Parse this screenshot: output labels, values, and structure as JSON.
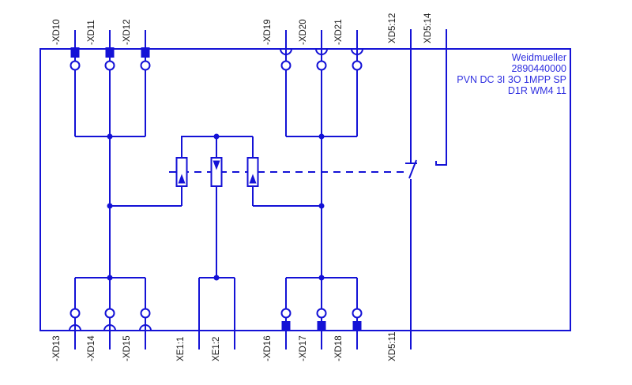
{
  "info_block": {
    "line1": "Weidmueller",
    "line2": "2890440000",
    "line3": "PVN DC 3I 3O 1MPP SP",
    "line4": "D1R WM4 11"
  },
  "terminals": {
    "top": [
      "-XD10",
      "-XD11",
      "-XD12",
      "-XD19",
      "-XD20",
      "-XD21",
      "XD5:12",
      "XD5:14"
    ],
    "bottom": [
      "-XD13",
      "-XD14",
      "-XD15",
      "XE1:1",
      "XE1:2",
      "-XD16",
      "-XD17",
      "-XD18",
      "XD5:11"
    ]
  },
  "colors": {
    "line_blue": "#1412d6",
    "text_blue": "#3030e0",
    "label_black": "#1b1b1b"
  }
}
